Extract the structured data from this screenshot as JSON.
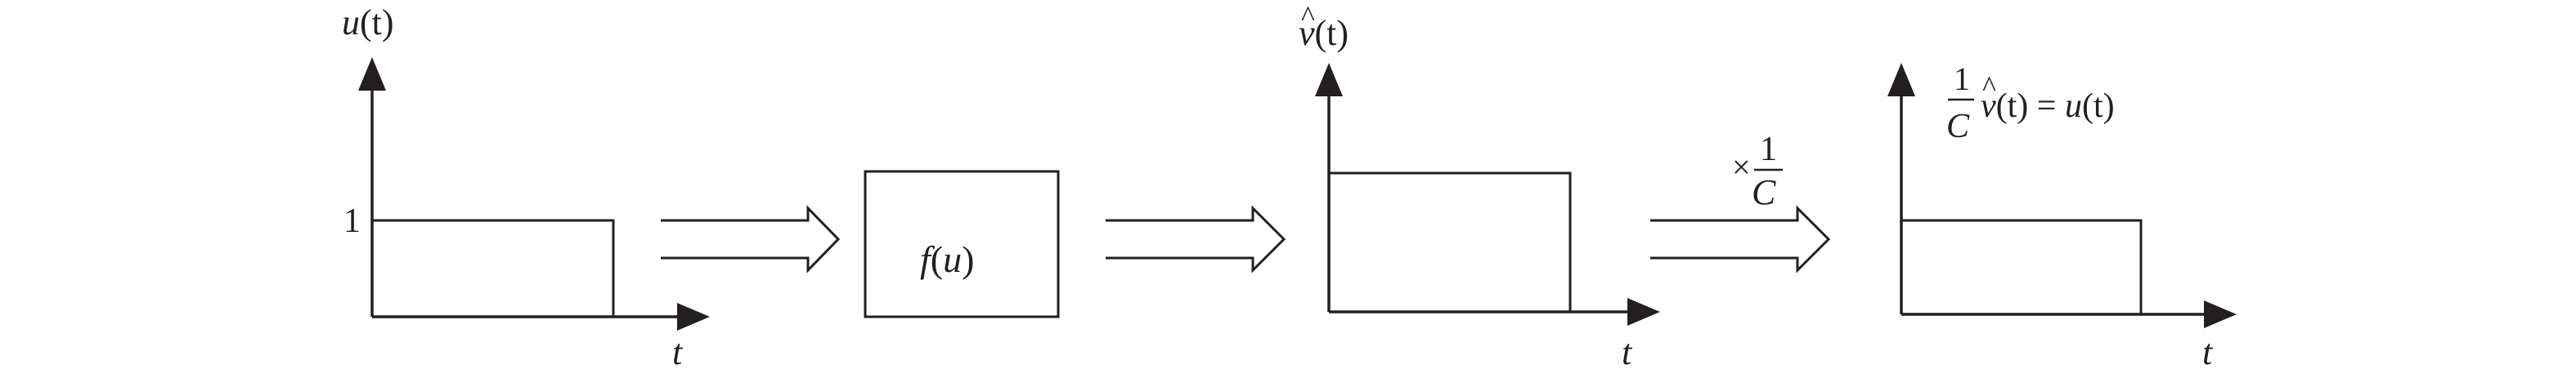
{
  "panel_1": {
    "y_label_func": "u",
    "y_label_arg": "(t)",
    "y_tick": "1",
    "x_label": "t"
  },
  "block": {
    "func": "f",
    "arg_open": "(",
    "arg": "u",
    "arg_close": ")"
  },
  "panel_2": {
    "y_label_func": "v",
    "y_label_hat": "^",
    "y_label_arg": "(t)",
    "x_label": "t"
  },
  "scale_arrow": {
    "times": "×",
    "numerator": "1",
    "denominator": "C"
  },
  "panel_3": {
    "label_numerator": "1",
    "label_denominator": "C",
    "label_func": "v",
    "label_hat": "^",
    "label_rest": "(t) = ",
    "label_rhs_func": "u",
    "label_rhs_arg": "(t)",
    "x_label": "t"
  },
  "colors": {
    "ink": "#231f20",
    "background": "#ffffff"
  }
}
